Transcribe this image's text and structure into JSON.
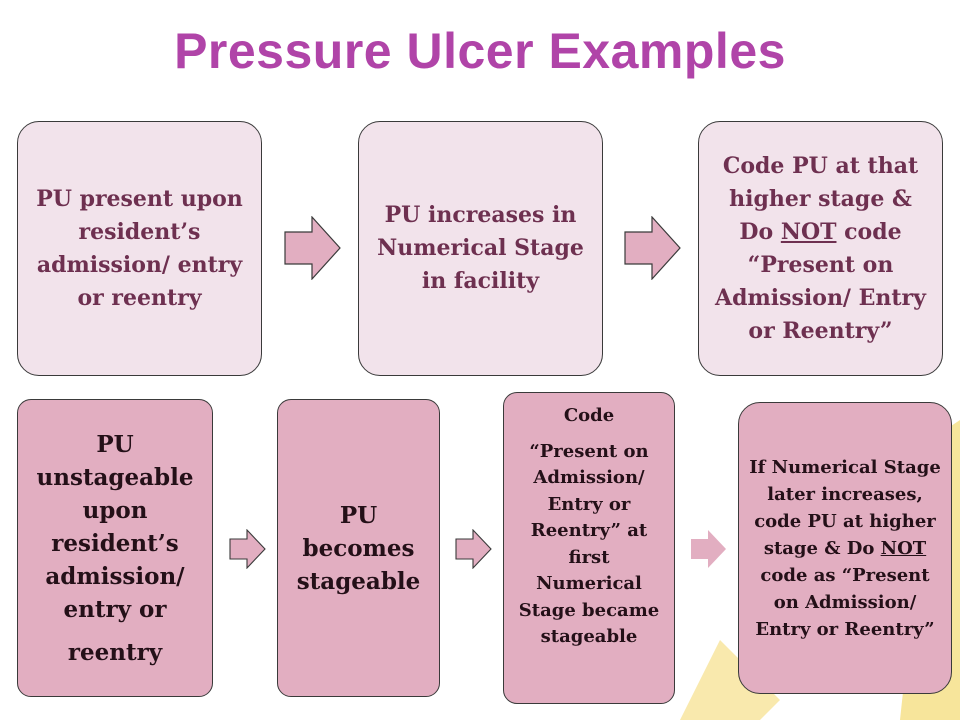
{
  "title": "Pressure Ulcer Examples",
  "row1": {
    "box1": "PU present upon resident’s admission/ entry or reentry",
    "box2": "PU increases in Numerical Stage in facility",
    "box3": {
      "part1": "Code PU  at that higher stage & Do ",
      "not": "NOT",
      "part2": " code “Present on Admission/ Entry or Reentry”"
    }
  },
  "row2": {
    "box1": {
      "line1": "PU unstageable upon resident’s admission/ entry or",
      "line2": "reentry"
    },
    "box2": "PU becomes stageable",
    "box3": {
      "line1": "Code",
      "line2": "“Present on Admission/ Entry or Reentry” at first Numerical Stage became stageable"
    },
    "box4": {
      "part1": "If Numerical Stage later increases, code PU  at  higher stage & Do ",
      "not": "NOT ",
      "part2": "code as “Present on Admission/ Entry or Reentry”"
    }
  },
  "colors": {
    "title": "#b044a8",
    "light_box": "#f2e3eb",
    "dark_box": "#e2aec1",
    "arrow_fill": "#e2aec1"
  }
}
